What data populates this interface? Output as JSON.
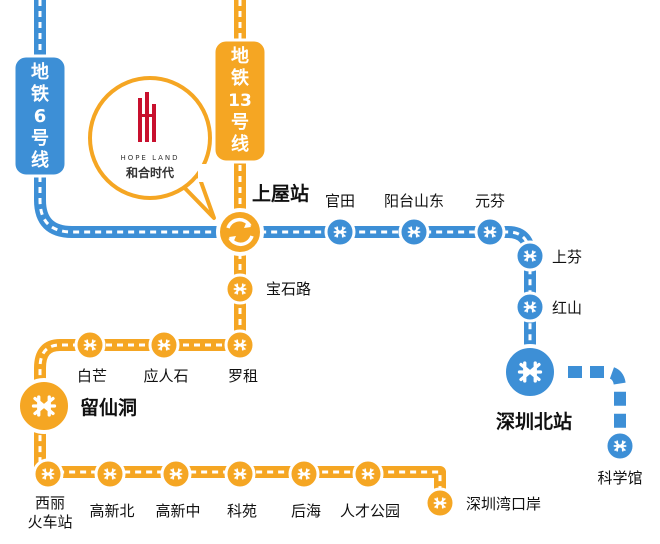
{
  "lines": {
    "line6": {
      "label": [
        "地",
        "铁",
        "6",
        "号",
        "线"
      ],
      "color": "#3D8FD6"
    },
    "line13": {
      "label": [
        "地",
        "铁",
        "13",
        "号",
        "线"
      ],
      "color": "#F5A623"
    }
  },
  "logo": {
    "brand_en": "HOPE LAND",
    "brand_cn": "和合时代",
    "mark_color": "#C8102E"
  },
  "stations": {
    "shangwu": "上屋站",
    "guantian": "官田",
    "yangtai_shandong": "阳台山东",
    "yuanfen": "元芬",
    "shangfen": "上芬",
    "hongshan": "红山",
    "shenzhen_north": "深圳北站",
    "kexueguan": "科学馆",
    "baoshilu": "宝石路",
    "luozu": "罗租",
    "yingrenshi": "应人石",
    "baimang": "白芒",
    "liuxiandong": "留仙洞",
    "xili_line1": "西丽",
    "xili_line2": "火车站",
    "gaoxinbei": "高新北",
    "gaoxinzhong": "高新中",
    "keyuan": "科苑",
    "houhai": "后海",
    "rencai_park": "人才公园",
    "shenzhenwan_port": "深圳湾口岸"
  }
}
